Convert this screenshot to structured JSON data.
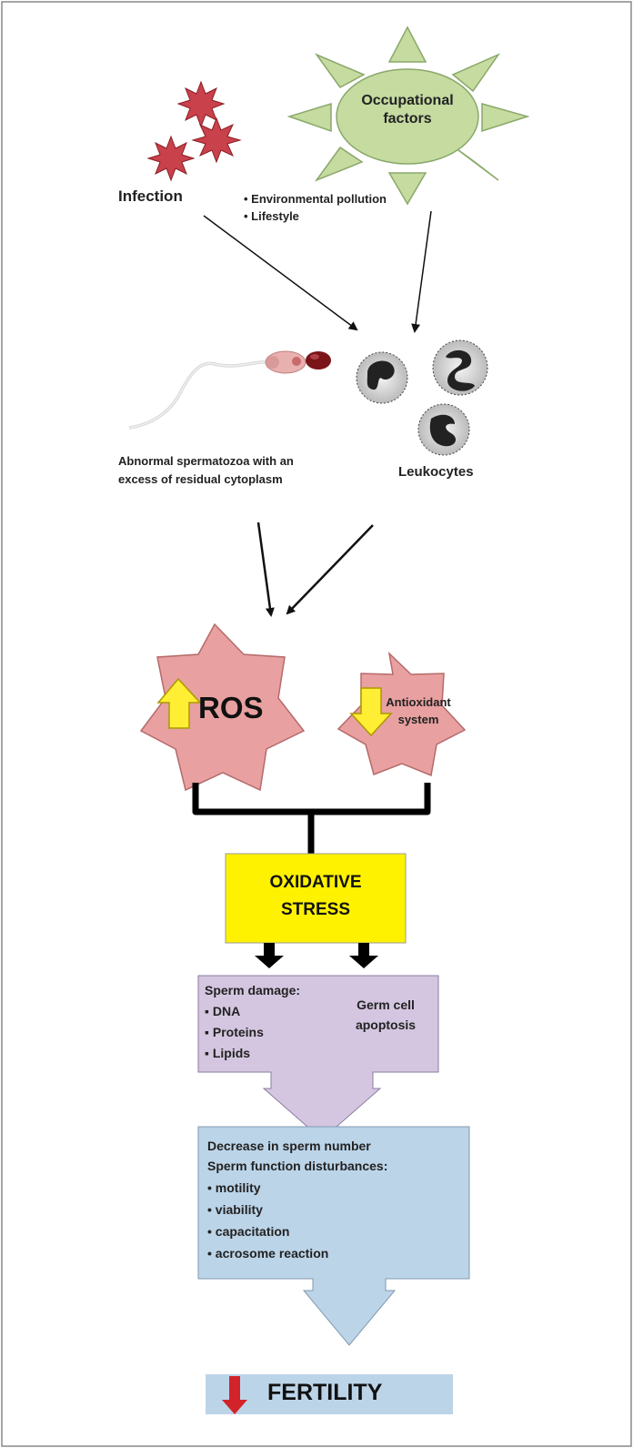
{
  "occupational": {
    "title_line1": "Occupational",
    "title_line2": "factors",
    "items": [
      "Environmental pollution",
      "Lifestyle"
    ]
  },
  "infection": {
    "label": "Infection"
  },
  "spermatozoa": {
    "label_line1": "Abnormal spermatozoa with an",
    "label_line2": "excess of residual cytoplasm"
  },
  "leukocytes": {
    "label": "Leukocytes"
  },
  "ros": {
    "label": "ROS"
  },
  "antioxidant": {
    "label_line1": "Antioxidant",
    "label_line2": "system"
  },
  "oxidative_stress": {
    "line1": "OXIDATIVE",
    "line2": "STRESS"
  },
  "damage": {
    "title": "Sperm damage:",
    "items": [
      "DNA",
      "Proteins",
      "Lipids"
    ],
    "apoptosis_line1": "Germ cell",
    "apoptosis_line2": "apoptosis"
  },
  "function": {
    "line1": "Decrease in sperm number",
    "line2": "Sperm function disturbances:",
    "items": [
      "motility",
      "viability",
      "capacitation",
      "acrosome reaction"
    ]
  },
  "fertility": {
    "label": "FERTILITY"
  },
  "colors": {
    "sun": "#c5dba0",
    "star_red": "#c9414b",
    "star_pink": "#e8a0a0",
    "yellow_box": "#fff200",
    "arrow_yellow": "#ffee33",
    "purple_box": "#d4c6e0",
    "blue_box": "#bcd4e8",
    "fertility_arrow": "#d2232a"
  }
}
